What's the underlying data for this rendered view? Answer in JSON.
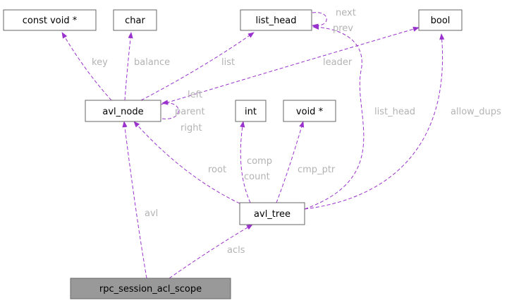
{
  "nodes": {
    "const_void_ptr": "const void *",
    "char": "char",
    "list_head": "list_head",
    "bool": "bool",
    "avl_node": "avl_node",
    "int": "int",
    "void_ptr": "void *",
    "avl_tree": "avl_tree",
    "rpc_session_acl_scope": "rpc_session_acl_scope"
  },
  "edge_labels": {
    "key": "key",
    "balance": "balance",
    "list": "list",
    "leader": "leader",
    "next": "next",
    "prev": "prev",
    "left": "left",
    "parent": "parent",
    "right": "right",
    "list_head": "list_head",
    "allow_dups": "allow_dups",
    "root": "root",
    "comp": "comp",
    "count": "count",
    "cmp_ptr": "cmp_ptr",
    "avl": "avl",
    "acls": "acls"
  },
  "colors": {
    "edge": "#9a32cd",
    "edge_label": "#b3b3b3",
    "root_fill": "#999999"
  }
}
